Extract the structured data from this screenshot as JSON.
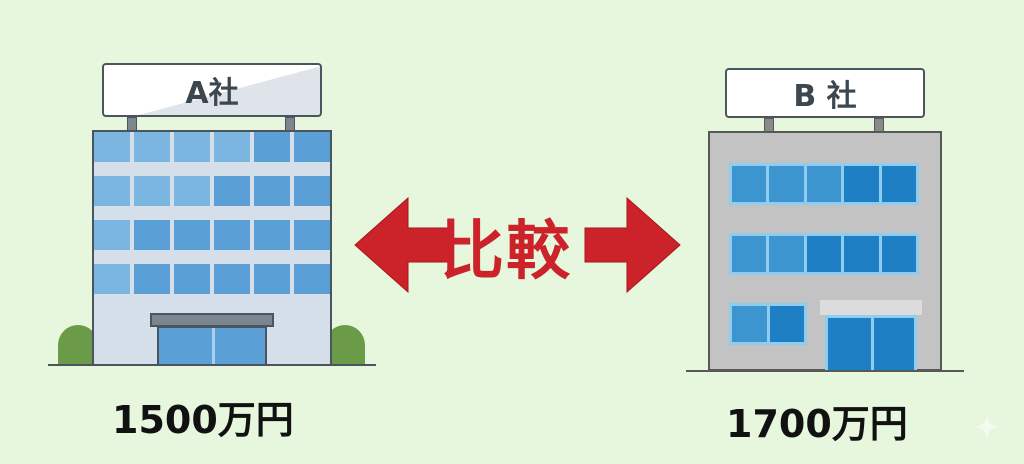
{
  "company_a": {
    "sign_label": "A社",
    "price": "1500万円",
    "color_glass": "#5aa0d6",
    "color_wall": "#d5dfe9"
  },
  "company_b": {
    "sign_label": "B 社",
    "price": "1700万円",
    "color_glass": "#1f7fc4",
    "color_wall": "#c3c3c3"
  },
  "comparison": {
    "label": "比較",
    "arrow_color": "#cc2229"
  },
  "background_color": "#e6f7dd",
  "watermark_icon": "sparkle-icon"
}
